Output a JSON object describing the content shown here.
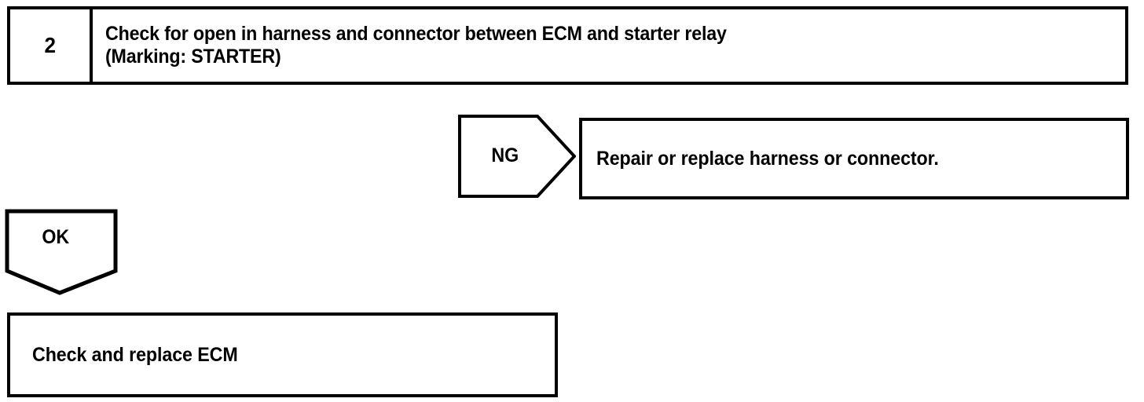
{
  "diagram": {
    "type": "troubleshooting-flowchart",
    "ink_color": "#000000",
    "background_color": "#ffffff"
  },
  "step": {
    "number": "2",
    "title_line_1": "Check for open in harness and connector between ECM and starter relay",
    "title_line_2": "(Marking: STARTER)"
  },
  "branches": {
    "ng": {
      "label": "NG",
      "shape": "right-arrow-pentagon",
      "result_text": "Repair or replace harness or connector."
    },
    "ok": {
      "label": "OK",
      "shape": "down-arrow-pentagon",
      "result_text": "Check and replace ECM"
    }
  }
}
